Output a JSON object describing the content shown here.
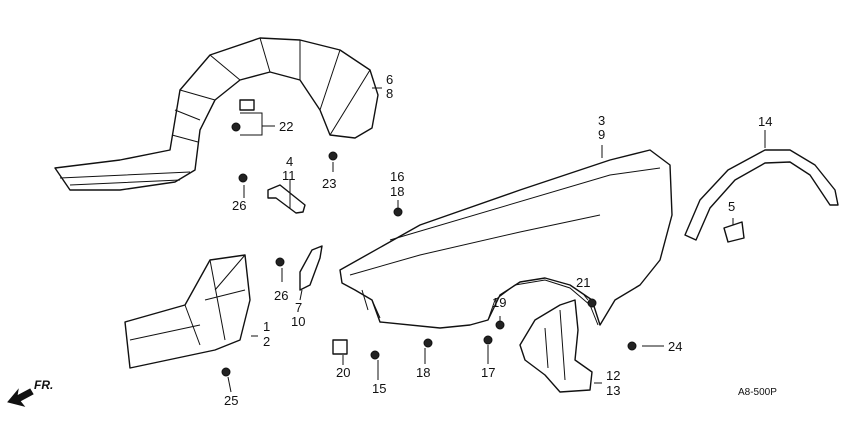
{
  "diagram": {
    "code": "A8-500P",
    "direction_label": "FR.",
    "callouts": {
      "c1": "1",
      "c2": "2",
      "c3": "3",
      "c4": "4",
      "c5": "5",
      "c6": "6",
      "c7": "7",
      "c8": "8",
      "c9": "9",
      "c10": "10",
      "c11": "11",
      "c12": "12",
      "c13": "13",
      "c14": "14",
      "c15": "15",
      "c16": "16",
      "c17": "17",
      "c18a": "18",
      "c18b": "18",
      "c19": "19",
      "c20": "20",
      "c21": "21",
      "c22": "22",
      "c23": "23",
      "c24": "24",
      "c25": "25",
      "c26a": "26",
      "c26b": "26"
    }
  }
}
